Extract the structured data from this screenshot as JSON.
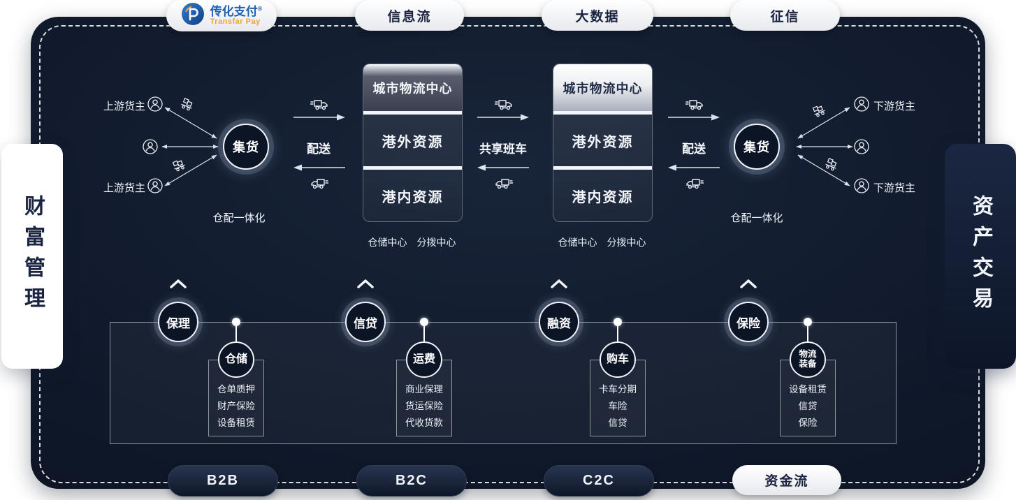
{
  "colors": {
    "panel_bg": "#0f1829",
    "brand_blue": "#1f5fae",
    "brand_orange": "#e8a33c",
    "accent_white": "#f2f5fa"
  },
  "logo": {
    "title": "传化支付",
    "reg": "®",
    "subtitle": "Transfar Pay"
  },
  "top_tabs": [
    {
      "label": "信息流"
    },
    {
      "label": "大数据"
    },
    {
      "label": "征信"
    }
  ],
  "sides": {
    "left": "财富管理",
    "right": "资产交易"
  },
  "flow": {
    "upstream_top": "上游货主",
    "upstream_bottom": "上游货主",
    "downstream_top": "下游货主",
    "downstream_bottom": "下游货主",
    "collect_left": "集货",
    "collect_right": "集货",
    "integrated_left": "仓配一体化",
    "integrated_right": "仓配一体化",
    "delivery_left": "配送",
    "delivery_right": "配送",
    "shuttle": "共享班车",
    "box_left": {
      "header": "城市物流中心",
      "rows": [
        "港外资源",
        "港内资源"
      ],
      "footer_left": "仓储中心",
      "footer_right": "分拨中心"
    },
    "box_right": {
      "header": "城市物流中心",
      "rows": [
        "港外资源",
        "港内资源"
      ],
      "footer_left": "仓储中心",
      "footer_right": "分拨中心"
    }
  },
  "finance": {
    "groups": [
      {
        "service": "保理",
        "product": "仓储",
        "items": [
          "仓单质押",
          "财产保险",
          "设备租赁"
        ]
      },
      {
        "service": "信贷",
        "product": "运费",
        "items": [
          "商业保理",
          "货运保险",
          "代收货款"
        ]
      },
      {
        "service": "融资",
        "product": "购车",
        "items": [
          "卡车分期",
          "车险",
          "信贷"
        ]
      },
      {
        "service": "保险",
        "product_line1": "物流",
        "product_line2": "装备",
        "items": [
          "设备租赁",
          "信贷",
          "保险"
        ]
      }
    ]
  },
  "bottom_tabs": [
    {
      "label": "B2B"
    },
    {
      "label": "B2C"
    },
    {
      "label": "C2C"
    },
    {
      "label": "资金流"
    }
  ]
}
